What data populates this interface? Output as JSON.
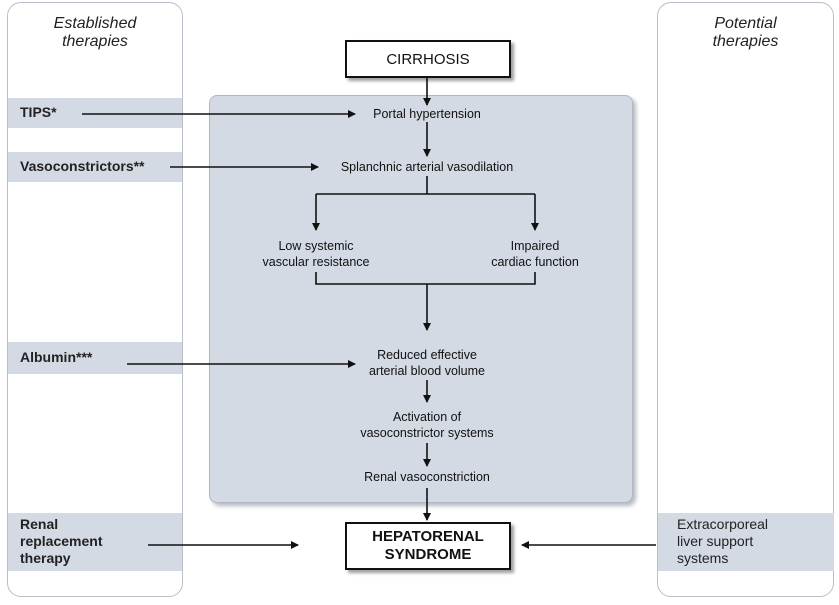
{
  "left_column": {
    "title": "Established\ntherapies"
  },
  "right_column": {
    "title": "Potential\ntherapies"
  },
  "therapies_left": {
    "tips": "TIPS*",
    "vasoconstrictors": "Vasoconstrictors**",
    "albumin": "Albumin***",
    "renal": "Renal\nreplacement\ntherapy"
  },
  "therapies_right": {
    "liver_support": "Extracorporeal\nliver support\nsystems"
  },
  "nodes": {
    "cirrhosis": "CIRRHOSIS",
    "portal_hypertension": "Portal hypertension",
    "splanchnic": "Splanchnic arterial vasodilation",
    "low_systemic": "Low systemic\nvascular resistance",
    "impaired_cardiac": "Impaired\ncardiac function",
    "reduced_volume": "Reduced effective\narterial blood volume",
    "activation": "Activation of\nvasoconstrictor systems",
    "renal_vaso": "Renal vasoconstriction",
    "hrs": "HEPATORENAL\nSYNDROME"
  }
}
